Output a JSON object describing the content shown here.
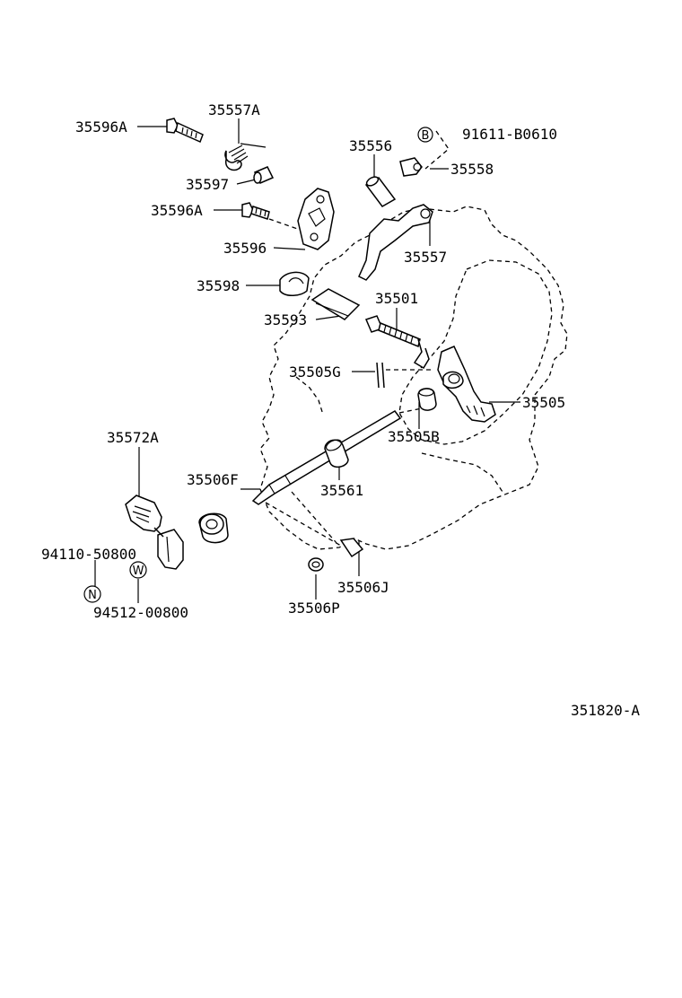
{
  "diagram": {
    "labels": {
      "p35596A_top": "35596A",
      "p35557A": "35557A",
      "p91611": "91611-B0610",
      "sym_B": "B",
      "p35556": "35556",
      "p35558": "35558",
      "p35597": "35597",
      "p35596A_mid": "35596A",
      "p35596": "35596",
      "p35557": "35557",
      "p35598": "35598",
      "p35501": "35501",
      "p35593": "35593",
      "p35505G": "35505G",
      "p35505": "35505",
      "p35505B": "35505B",
      "p35572A": "35572A",
      "p35506F": "35506F",
      "p35561": "35561",
      "p94110": "94110-50800",
      "sym_N": "N",
      "sym_W": "W",
      "p94512": "94512-00800",
      "p35506J": "35506J",
      "p35506P": "35506P",
      "figure_code": "351820-A"
    }
  }
}
